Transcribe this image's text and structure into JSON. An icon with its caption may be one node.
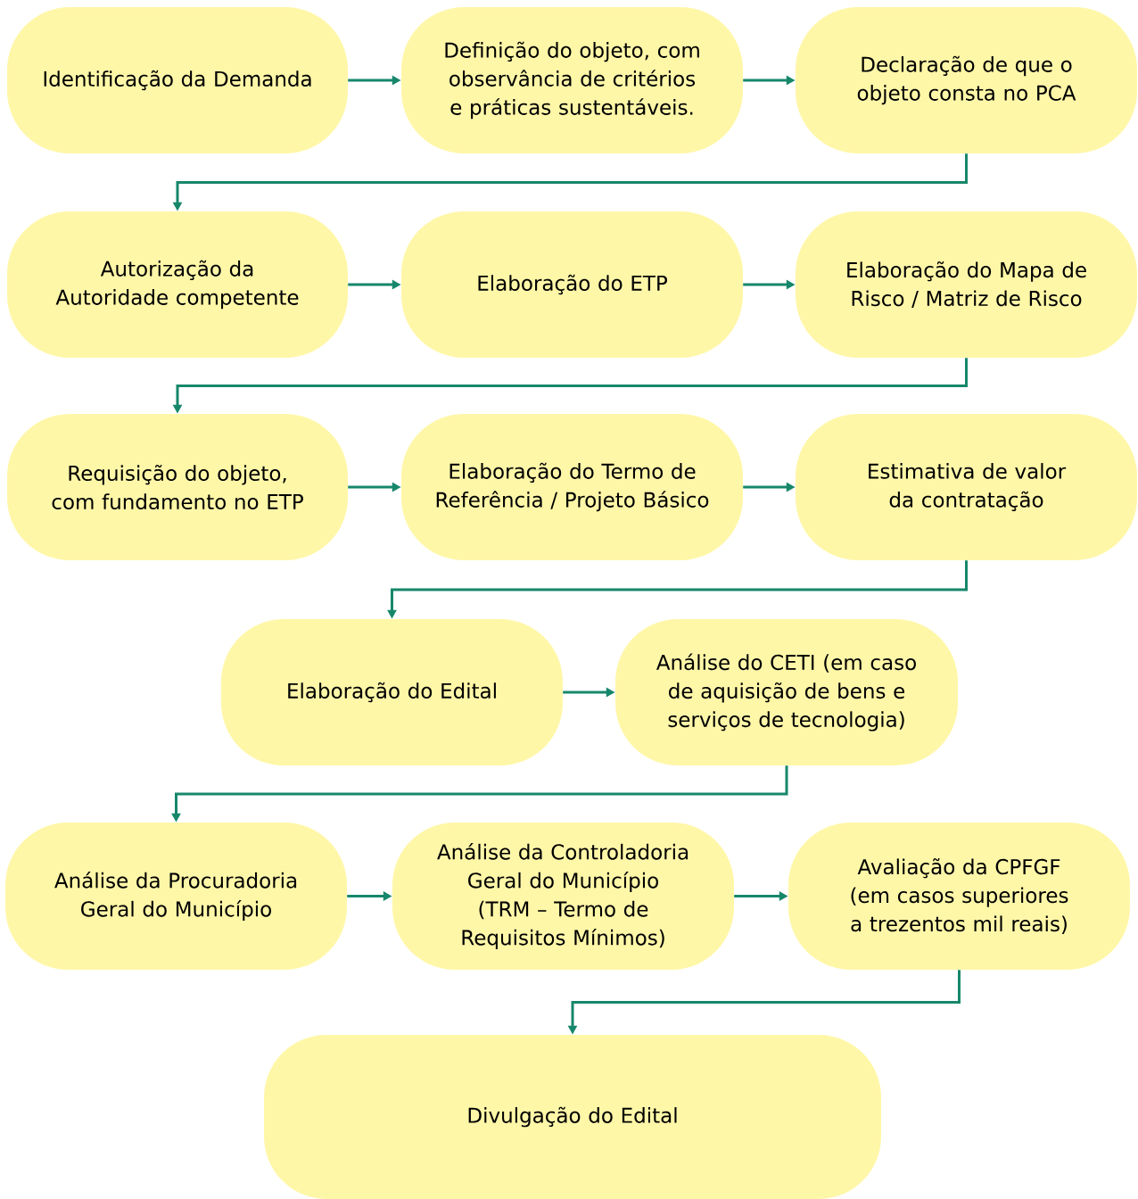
{
  "diagram": {
    "nodes": [
      {
        "text": [
          "Identificação da Demanda"
        ]
      },
      {
        "text": [
          "Definição do objeto, com observância de critérios e práticas sustentáveis."
        ]
      },
      {
        "text": [
          "Declaração de que o objeto consta no PCA"
        ]
      },
      {
        "text": [
          "Autorização da Autoridade competente"
        ]
      },
      {
        "text": [
          "Elaboração do ETP"
        ]
      },
      {
        "text": [
          "Elaboração do Mapa de Risco / Matriz de Risco"
        ]
      },
      {
        "text": [
          "Requisição do objeto, com fundamento no ETP"
        ]
      },
      {
        "text": [
          "Elaboração do Termo de Referência / Projeto Básico"
        ]
      },
      {
        "text": [
          "Estimativa de valor da contratação"
        ]
      },
      {
        "text": [
          "Elaboração do Edital"
        ]
      },
      {
        "text": [
          "Análise do CETI (em caso de aquisição de bens e serviços de tecnologia)"
        ]
      },
      {
        "text": [
          "Análise da Procuradoria Geral do Município"
        ]
      },
      {
        "text": [
          "Análise da Controladoria Geral do Município (TRM – Termo de Requisitos Mínimos)"
        ]
      },
      {
        "text": [
          "Avaliação da CPFGF (em casos superiores a trezentos mil reais)"
        ]
      },
      {
        "text": [
          "Divulgação do Edital"
        ]
      }
    ],
    "edges": [
      {
        "from": 0,
        "to": 1,
        "arrow": "to"
      },
      {
        "from": 1,
        "to": 2,
        "arrow": "to"
      },
      {
        "from": 2,
        "to": 3,
        "arrow": "to"
      },
      {
        "from": 3,
        "to": 4,
        "arrow": "to"
      },
      {
        "from": 4,
        "to": 5,
        "arrow": "to"
      },
      {
        "from": 5,
        "to": 6,
        "arrow": "to"
      },
      {
        "from": 6,
        "to": 7,
        "arrow": "to"
      },
      {
        "from": 7,
        "to": 8,
        "arrow": "to"
      },
      {
        "from": 8,
        "to": 9,
        "arrow": "to"
      },
      {
        "from": 9,
        "to": 10,
        "arrow": "to"
      },
      {
        "from": 10,
        "to": 11,
        "arrow": "to"
      },
      {
        "from": 11,
        "to": 12,
        "arrow": "to"
      },
      {
        "from": 12,
        "to": 13,
        "arrow": "to"
      },
      {
        "from": 13,
        "to": 14,
        "arrow": "to"
      }
    ]
  }
}
